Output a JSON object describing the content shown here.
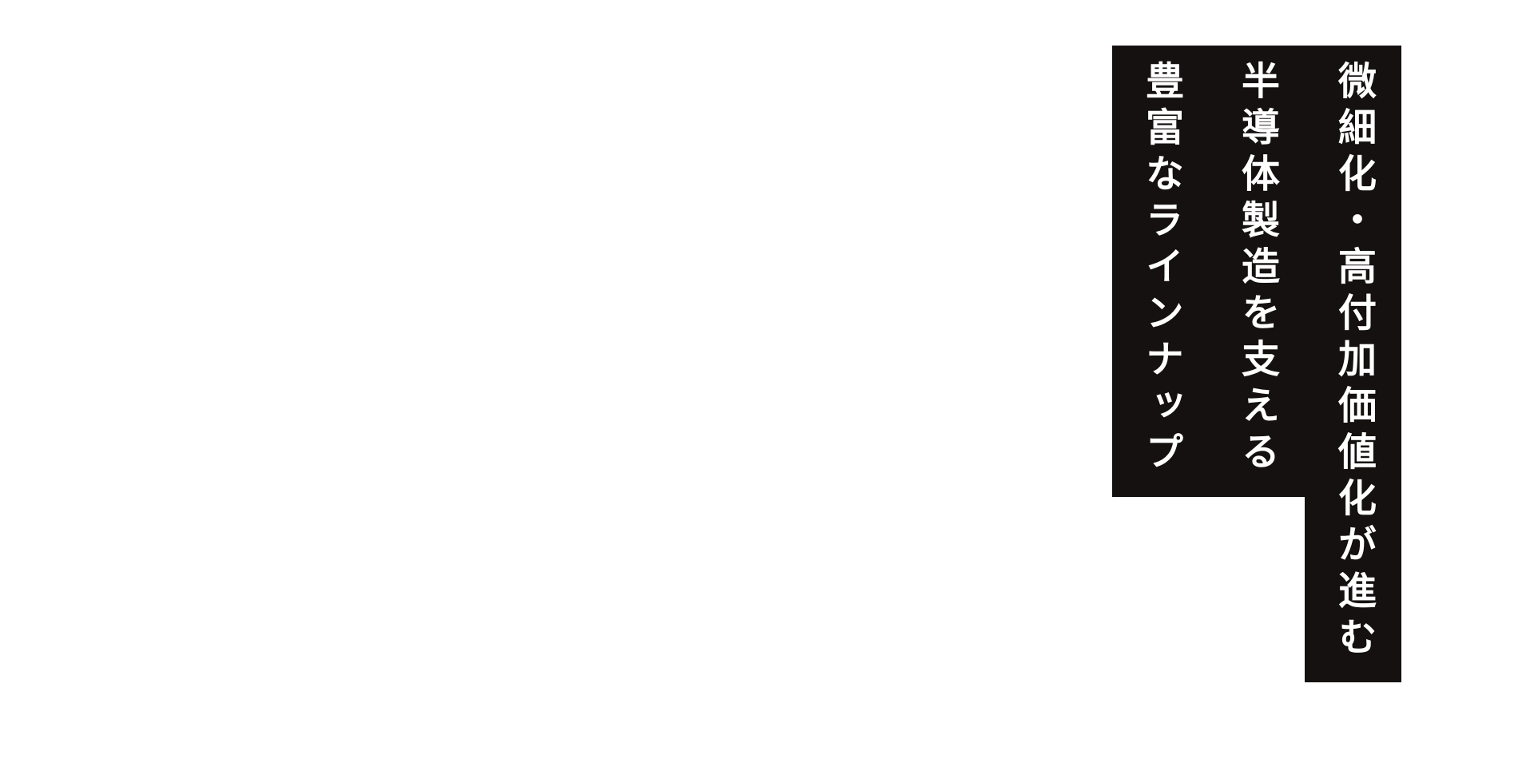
{
  "headline": {
    "lines": [
      "微細化・高付加価値化が進む",
      "半導体製造を支える",
      "豊富なラインナップ"
    ]
  },
  "colors": {
    "background": "#ffffff",
    "block": "#151110",
    "text": "#ffffff"
  }
}
